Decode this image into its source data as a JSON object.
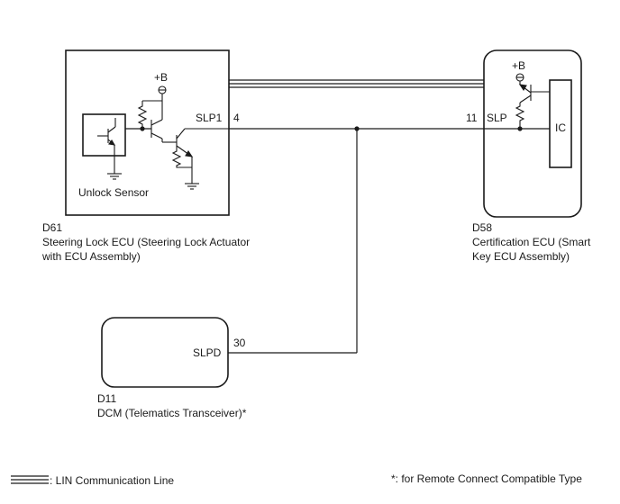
{
  "d61": {
    "code": "D61",
    "name_line1": "Steering Lock ECU (Steering Lock Actuator",
    "name_line2": "with ECU Assembly)",
    "sensor_label": "Unlock Sensor",
    "supply_label": "+B",
    "terminal_name": "SLP1",
    "terminal_pin": "4"
  },
  "d58": {
    "code": "D58",
    "name_line1": "Certification ECU (Smart",
    "name_line2": "Key ECU Assembly)",
    "supply_label": "+B",
    "ic_label": "IC",
    "terminal_name": "SLP",
    "terminal_pin": "11"
  },
  "d11": {
    "code": "D11",
    "name_line1": "DCM (Telematics Transceiver)*",
    "terminal_name": "SLPD",
    "terminal_pin": "30"
  },
  "legend": {
    "lin_line": ": LIN Communication Line",
    "footnote": "*: for Remote Connect Compatible Type"
  },
  "icons": [
    "npn-transistor-icon",
    "resistor-icon",
    "ground-icon",
    "power-terminal-icon",
    "junction-dot-icon"
  ]
}
